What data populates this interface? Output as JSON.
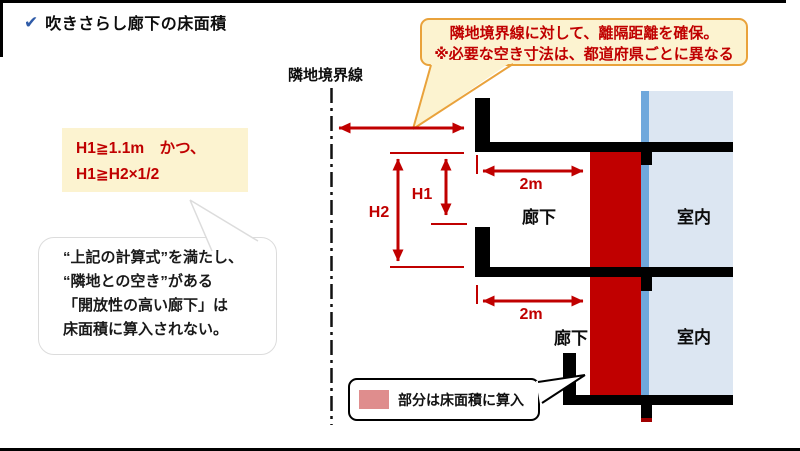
{
  "title": {
    "check": "✔",
    "text": "吹きさらし廊下の床面積"
  },
  "callout_top": {
    "line1": "隣地境界線に対して、離隔距離を確保。",
    "line2": "※必要な空き寸法は、都道府県ごとに異なる"
  },
  "formula_box": {
    "line1": "H1≧1.1m　かつ、",
    "line2": "H1≧H2×1/2"
  },
  "note_bubble": {
    "lines": [
      "“上記の計算式”を満たし、",
      "“隣地との空き”がある",
      "「開放性の高い廊下」は",
      "床面積に算入されない。"
    ]
  },
  "boundary_label": "隣地境界線",
  "dimensions": {
    "h1": "H1",
    "h2": "H2"
  },
  "floors": [
    {
      "corridor": "廊下",
      "room": "室内",
      "span": "2m"
    },
    {
      "corridor": "廊下",
      "room": "室内",
      "span": "2m"
    }
  ],
  "legend": {
    "text": "部分は床面積に算入"
  },
  "colors": {
    "accent_red": "#C00000",
    "counted_area_red": "#C00000",
    "legend_swatch": "#DF8D8D",
    "cream_box": "#FCF3D0",
    "callout_border_orange": "#E9A23B",
    "window_blue": "#6FA8DC",
    "room_fill": "#DCE6F2",
    "check_blue": "#2F5BA8",
    "structure_black": "#000000"
  }
}
